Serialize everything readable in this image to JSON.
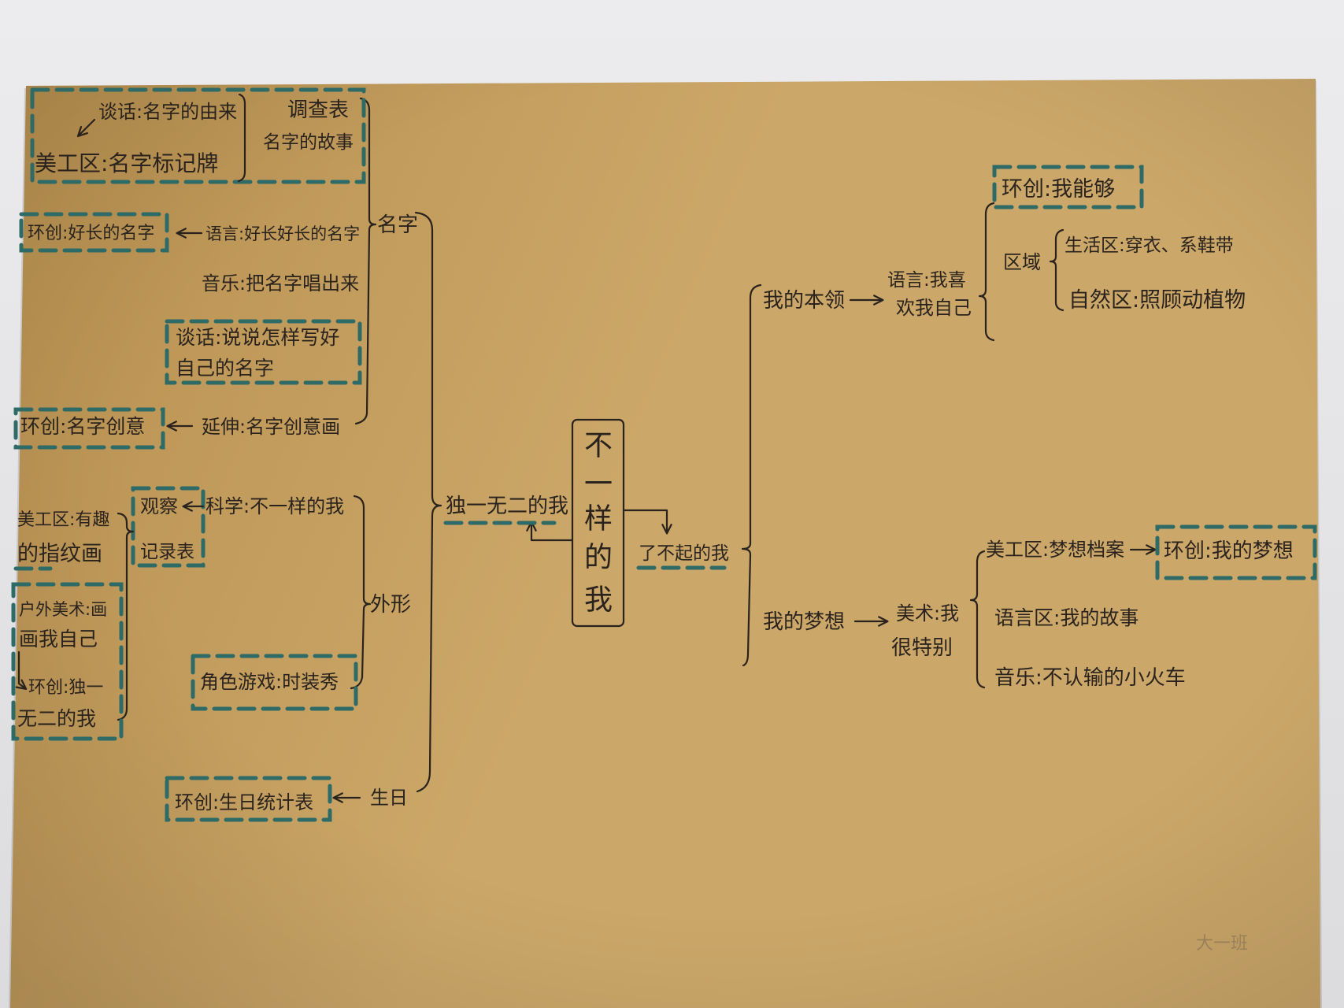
{
  "mindmap": {
    "center": [
      "不",
      "一",
      "样",
      "的",
      "我"
    ],
    "left": {
      "label": "独一无二的我",
      "name": {
        "label": "名字",
        "talk_origin": "谈话:名字的由来",
        "art_tag": "美工区:名字标记牌",
        "survey_title": "调查表",
        "survey_sub": "名字的故事",
        "env_long_name": "环创:好长的名字",
        "lang_long_name": "语言:好长好长的名字",
        "music_sing": "音乐:把名字唱出来",
        "talk_write": [
          "谈话:说说怎样写好",
          "自己的名字"
        ],
        "env_creative": "环创:名字创意",
        "ext_creative": "延伸:名字创意画"
      },
      "appearance": {
        "label": "外形",
        "science": "科学:不一样的我",
        "observe": [
          "观察",
          "记录表"
        ],
        "fingerprint": [
          "美工区:有趣",
          "的指纹画"
        ],
        "outdoor": [
          "户外美术:画",
          "画我自己"
        ],
        "env_unique": [
          "环创:独一",
          "无二的我"
        ],
        "role_play": "角色游戏:时装秀"
      },
      "birthday": {
        "label": "生日",
        "env_chart": "环创:生日统计表"
      }
    },
    "right": {
      "label": "了不起的我",
      "skills": {
        "label": "我的本领",
        "language": [
          "语言:我喜",
          "欢我自己"
        ],
        "env_can": "环创:我能够",
        "area": "区域",
        "life": "生活区:穿衣、系鞋带",
        "nature": "自然区:照顾动植物"
      },
      "dreams": {
        "label": "我的梦想",
        "art": [
          "美术:我",
          "很特别"
        ],
        "art_area": "美工区:梦想档案",
        "env_dream": "环创:我的梦想",
        "lang_area": "语言区:我的故事",
        "music": "音乐:不认输的小火车"
      }
    }
  },
  "signature": "大一班",
  "colors": {
    "ink": "#2a231d",
    "dash": "#2f6b66",
    "paper_dark": "#b8904f",
    "paper_light": "#cba769",
    "wall": "#ececee"
  }
}
